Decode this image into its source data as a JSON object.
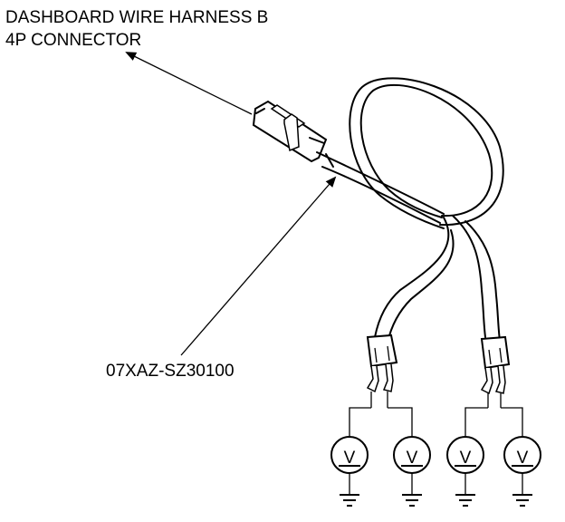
{
  "labels": {
    "connector_line1": "DASHBOARD WIRE HARNESS B",
    "connector_line2": "4P CONNECTOR",
    "tool_part_number": "07XAZ-SZ30100"
  },
  "components": {
    "voltmeter_symbol": "V",
    "voltmeter_count": 4,
    "ground_count": 4
  },
  "colors": {
    "ink": "#000000",
    "background": "#ffffff"
  }
}
